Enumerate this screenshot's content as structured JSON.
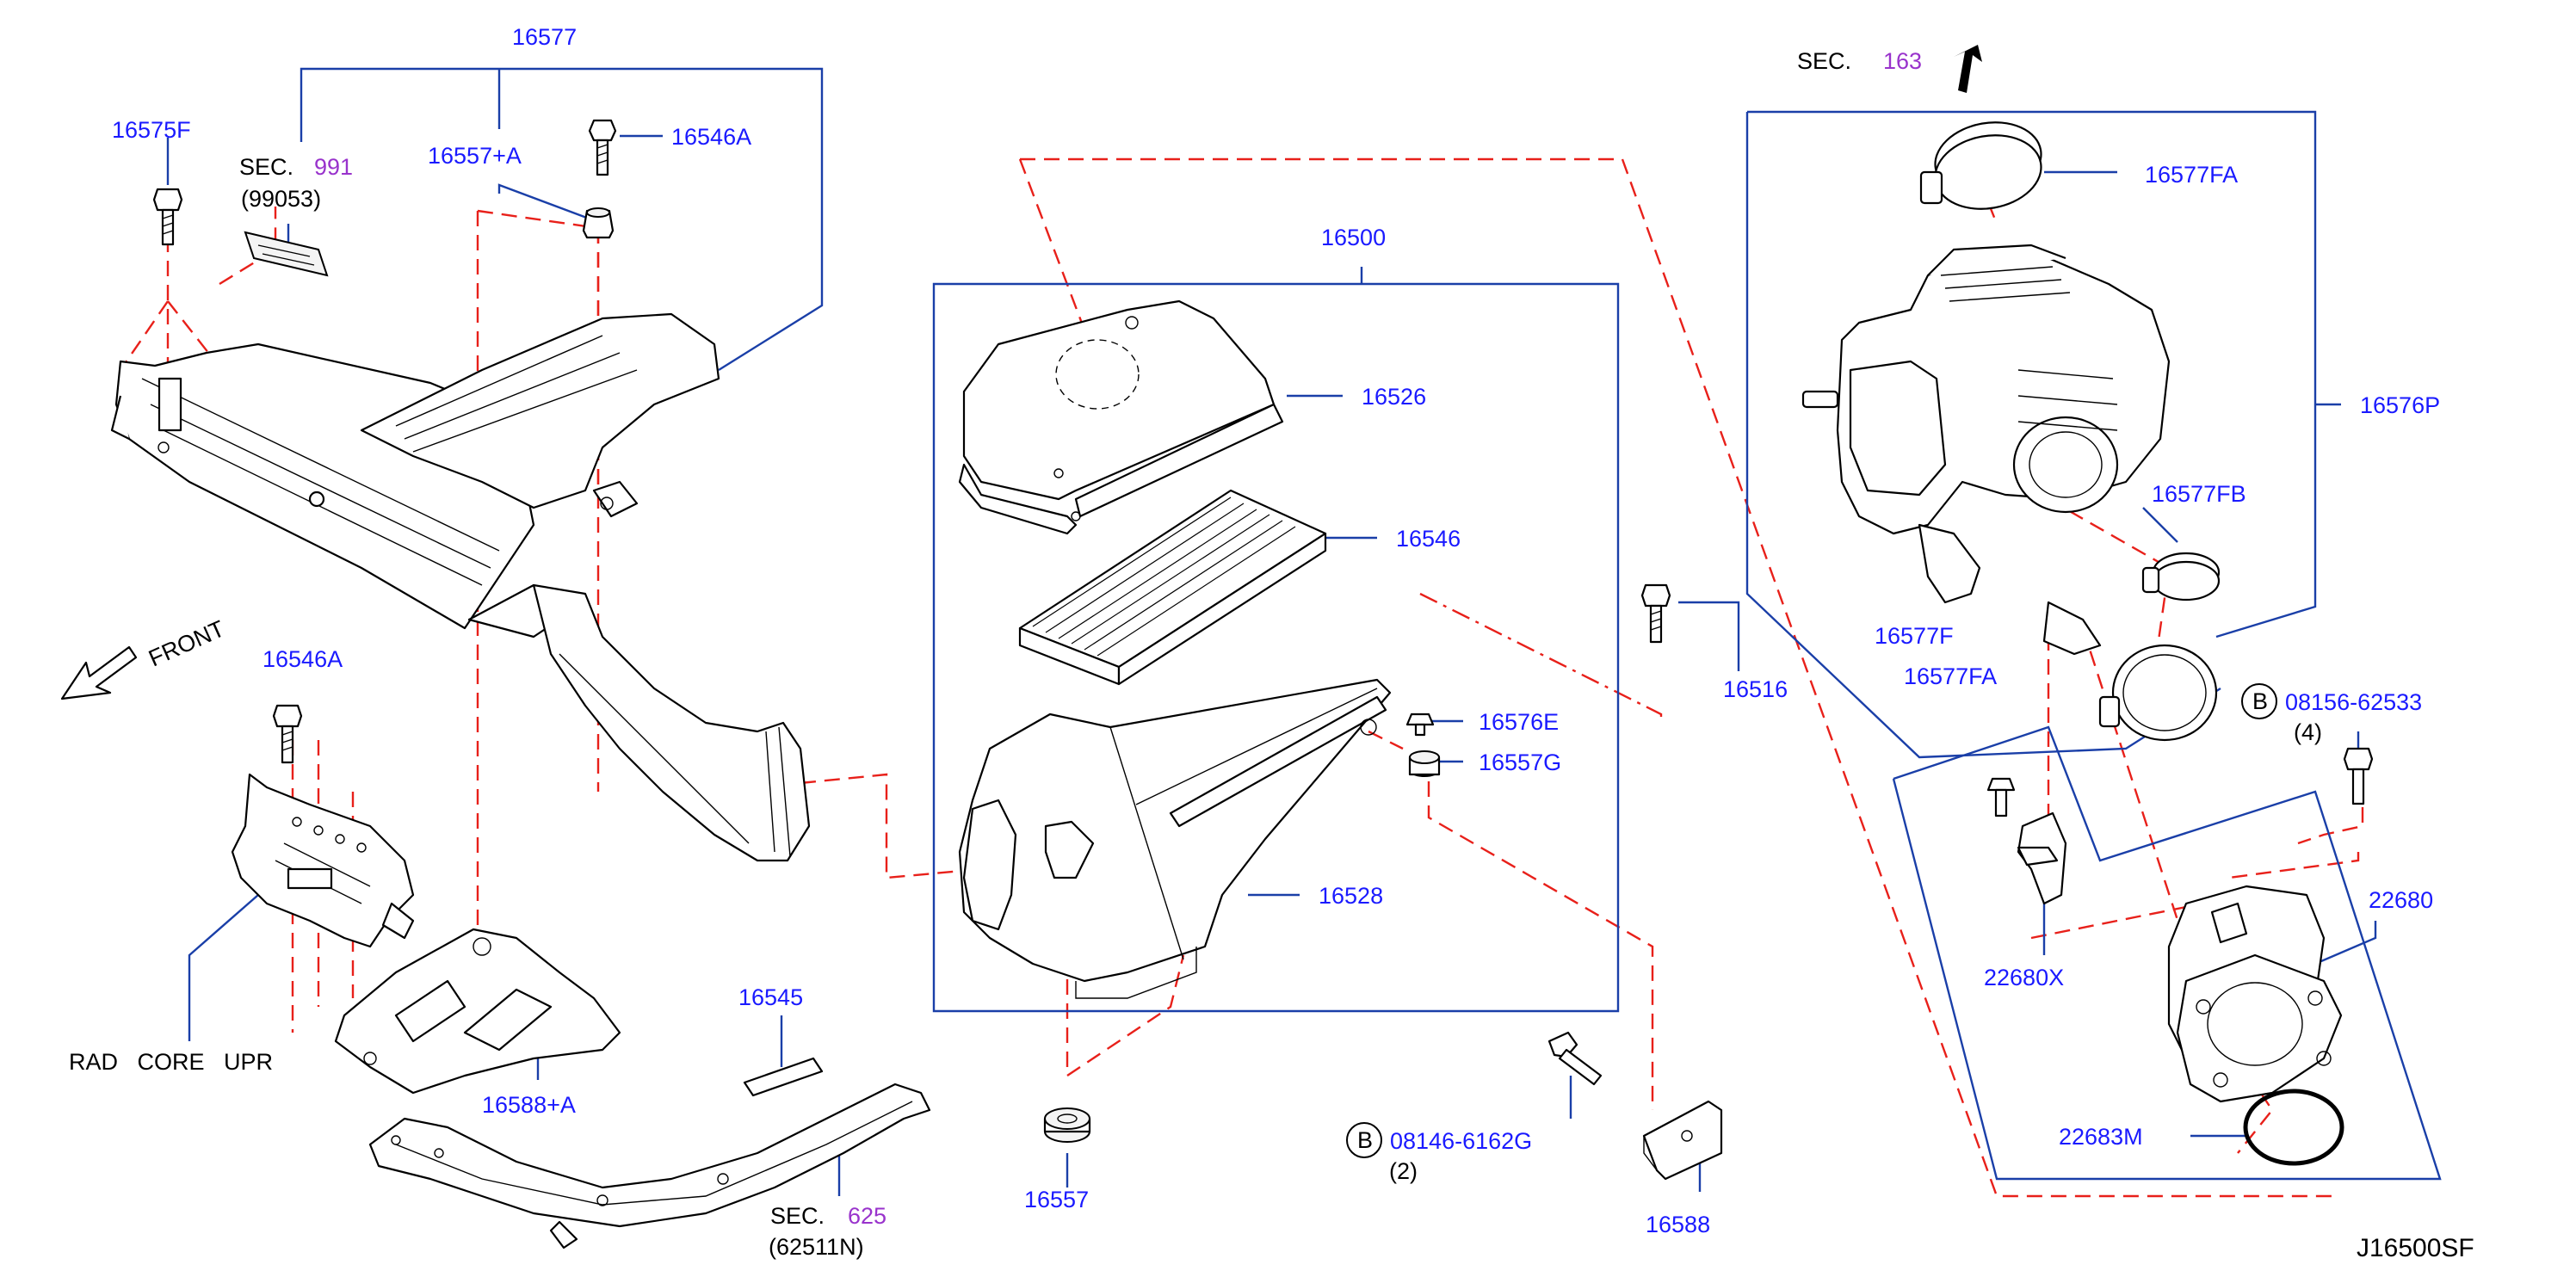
{
  "diagram_code": "J16500SF",
  "labels": {
    "p16577": "16577",
    "p16575F": "16575F",
    "sec991": "SEC.",
    "sec991_num": "991",
    "sec991_sub": "(99053)",
    "p16557A": "16557+A",
    "p16546A": "16546A",
    "front": "FRONT",
    "p16546AA": "16546A",
    "rad_core": "RAD   CORE   UPR",
    "p16588A": "16588+A",
    "p16545": "16545",
    "sec625": "SEC.",
    "sec625_num": "625",
    "sec625_sub": "(62511N)",
    "p16500": "16500",
    "p16526": "16526",
    "p16546": "16546",
    "p16576E": "16576E",
    "p16557G": "16557G",
    "p16528": "16528",
    "p16557": "16557",
    "bolt_b1": "B",
    "p08146": "08146-6162G",
    "qty2": "(2)",
    "p16588": "16588",
    "p16516": "16516",
    "sec163": "SEC.",
    "sec163_num": "163",
    "p16577FA_top": "16577FA",
    "p16576P": "16576P",
    "p16577FB": "16577FB",
    "p16577F": "16577F",
    "p16577FA_bot": "16577FA",
    "bolt_b2": "B",
    "p08156": "08156-62533",
    "qty4": "(4)",
    "p22680": "22680",
    "p22680X": "22680X",
    "p22683M": "22683M"
  },
  "colors": {
    "part_number": "#1a1aff",
    "section_ref": "#9933cc",
    "leader_line": "#1a3fa8",
    "dashed_guide": "#e8201a",
    "drawing": "#000000"
  },
  "icons": {
    "front_arrow": "hollow-arrow-icon",
    "sec163_arrow": "up-arrow-icon"
  }
}
